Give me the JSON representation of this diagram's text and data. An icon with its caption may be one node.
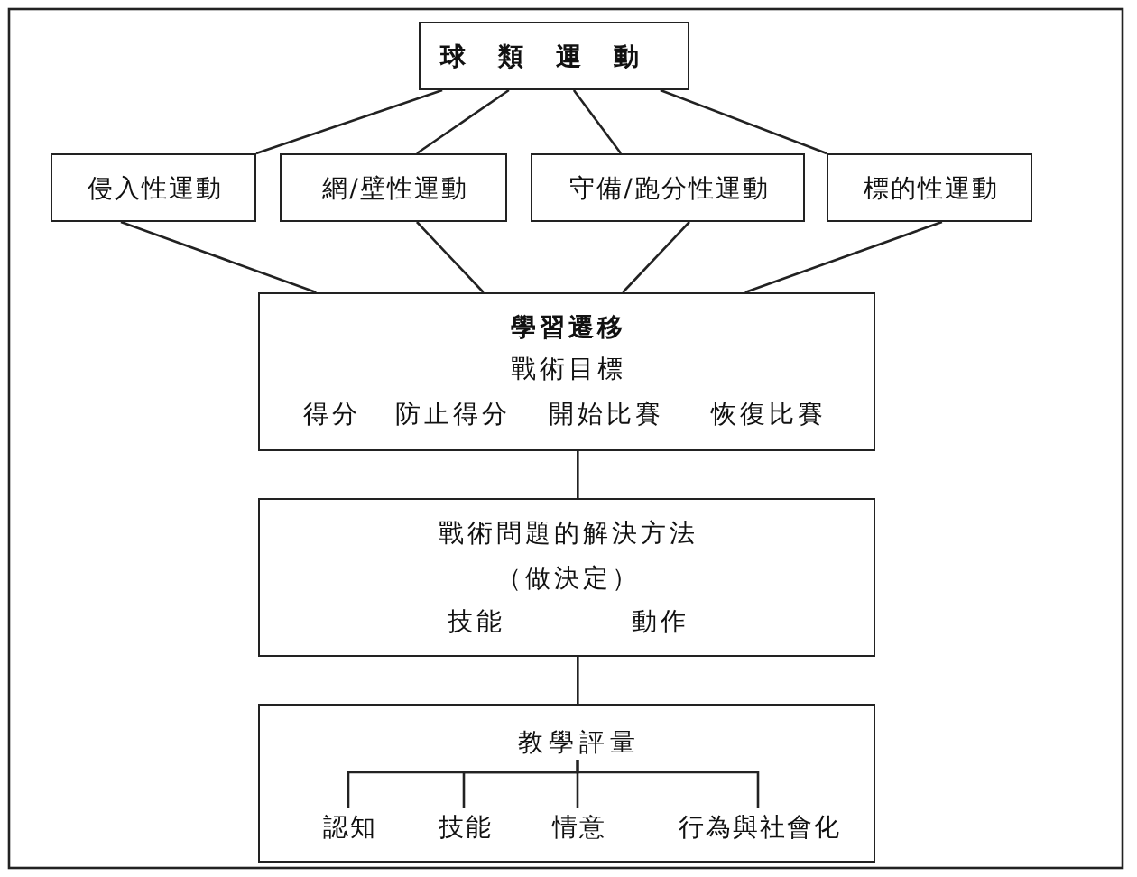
{
  "diagram": {
    "nodes": [
      {
        "text": [
          "球類運動"
        ]
      },
      {
        "text": [
          "侵入性運動"
        ]
      },
      {
        "text": [
          "網/壁性運動"
        ]
      },
      {
        "text": [
          "守備/跑分性運動"
        ]
      },
      {
        "text": [
          "標的性運動"
        ]
      },
      {
        "text": [
          "學習遷移",
          "戰術目標",
          "得分",
          "防止得分",
          "開始比賽",
          "恢復比賽"
        ]
      },
      {
        "text": [
          "戰術問題的解決方法",
          "（做決定）",
          "技能",
          "動作"
        ]
      },
      {
        "text": [],
        "shape": "box"
      },
      {
        "text": [
          "教學評量"
        ],
        "in": 7
      },
      {
        "text": [
          "認知"
        ],
        "in": 7
      },
      {
        "text": [
          "技能"
        ],
        "in": 7
      },
      {
        "text": [
          "情意"
        ],
        "in": 7
      },
      {
        "text": [
          "行為與社會化"
        ],
        "in": 7
      }
    ],
    "edges": [
      {
        "from": 0,
        "to": 1,
        "arrow": "none"
      },
      {
        "from": 0,
        "to": 2,
        "arrow": "none"
      },
      {
        "from": 0,
        "to": 3,
        "arrow": "none"
      },
      {
        "from": 0,
        "to": 4,
        "arrow": "none"
      },
      {
        "from": 1,
        "to": 5,
        "arrow": "none"
      },
      {
        "from": 2,
        "to": 5,
        "arrow": "none"
      },
      {
        "from": 3,
        "to": 5,
        "arrow": "none"
      },
      {
        "from": 4,
        "to": 5,
        "arrow": "none"
      },
      {
        "from": 5,
        "to": 6,
        "arrow": "none"
      },
      {
        "from": 6,
        "to": 7,
        "arrow": "none"
      },
      {
        "from": 8,
        "to": 9,
        "arrow": "none"
      },
      {
        "from": 8,
        "to": 10,
        "arrow": "none"
      },
      {
        "from": 8,
        "to": 11,
        "arrow": "none"
      },
      {
        "from": 8,
        "to": 12,
        "arrow": "none"
      }
    ]
  }
}
